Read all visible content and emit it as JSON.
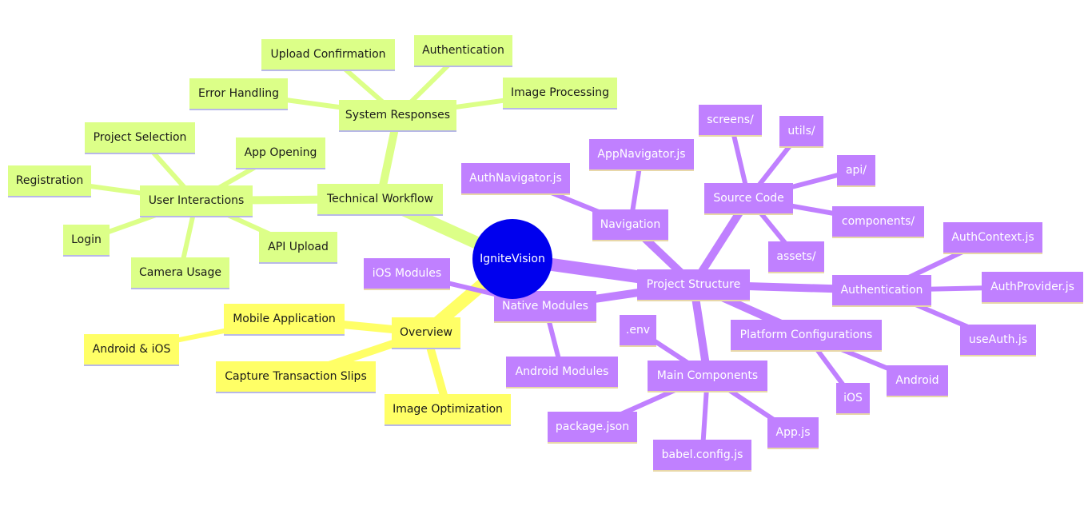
{
  "root": {
    "label": "IgniteVision",
    "color": "#0000ee",
    "text_color": "#ffffff"
  },
  "branch_colors": {
    "overview": {
      "fill": "#ffff66",
      "text": "#1a1a1a",
      "edge": "#ffff66"
    },
    "workflow": {
      "fill": "#dcff88",
      "text": "#1a1a1a",
      "edge": "#dcff88"
    },
    "structure": {
      "fill": "#c080ff",
      "text": "#ffffff",
      "edge": "#c080ff"
    }
  },
  "nodes": {
    "overview": "Overview",
    "mobile_application": "Mobile Application",
    "android_ios": "Android & iOS",
    "capture_transaction_slips": "Capture Transaction Slips",
    "image_optimization": "Image Optimization",
    "technical_workflow": "Technical Workflow",
    "user_interactions": "User Interactions",
    "project_selection": "Project Selection",
    "app_opening": "App Opening",
    "registration": "Registration",
    "login": "Login",
    "camera_usage": "Camera Usage",
    "api_upload": "API Upload",
    "system_responses": "System Responses",
    "upload_confirmation": "Upload Confirmation",
    "authentication_wf": "Authentication",
    "error_handling": "Error Handling",
    "image_processing": "Image Processing",
    "project_structure": "Project Structure",
    "navigation": "Navigation",
    "auth_navigator": "AuthNavigator.js",
    "app_navigator": "AppNavigator.js",
    "source_code": "Source Code",
    "screens": "screens/",
    "utils": "utils/",
    "api": "api/",
    "components": "components/",
    "assets": "assets/",
    "authentication_ps": "Authentication",
    "auth_context": "AuthContext.js",
    "auth_provider": "AuthProvider.js",
    "use_auth": "useAuth.js",
    "native_modules": "Native Modules",
    "ios_modules": "iOS Modules",
    "android_modules": "Android Modules",
    "platform_configurations": "Platform Configurations",
    "ios": "iOS",
    "android": "Android",
    "main_components": "Main Components",
    "env": ".env",
    "package_json": "package.json",
    "babel_config": "babel.config.js",
    "app_js": "App.js"
  }
}
